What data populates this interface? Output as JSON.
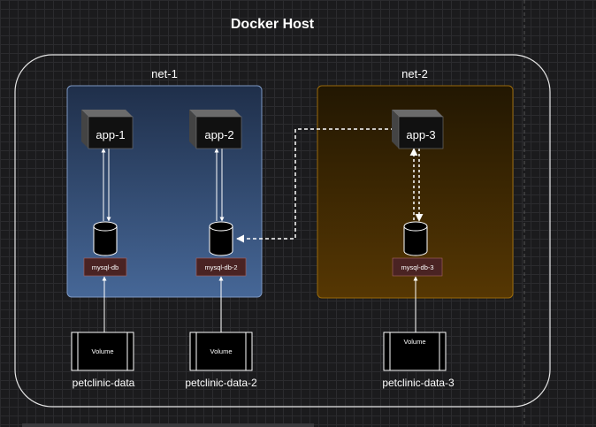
{
  "title": "Docker Host",
  "networks": [
    {
      "label": "net-1",
      "color": "#3d5a86"
    },
    {
      "label": "net-2",
      "color": "#5a3a06"
    }
  ],
  "containers": [
    {
      "label": "app-1"
    },
    {
      "label": "app-2"
    },
    {
      "label": "app-3"
    }
  ],
  "databases": [
    {
      "label": "mysql-db"
    },
    {
      "label": "mysql-db-2"
    },
    {
      "label": "mysql-db-3"
    }
  ],
  "volumes": [
    {
      "label": "Volume",
      "name": "petclinic-data"
    },
    {
      "label": "Volume",
      "name": "petclinic-data-2"
    },
    {
      "label": "Volume",
      "name": "petclinic-data-3"
    }
  ],
  "colors": {
    "background": "#1b1b1d",
    "db_label_fill": "#4a2323",
    "line": "#ffffff"
  },
  "icons": [
    "container-cube-icon",
    "database-cylinder-icon",
    "volume-icon"
  ]
}
